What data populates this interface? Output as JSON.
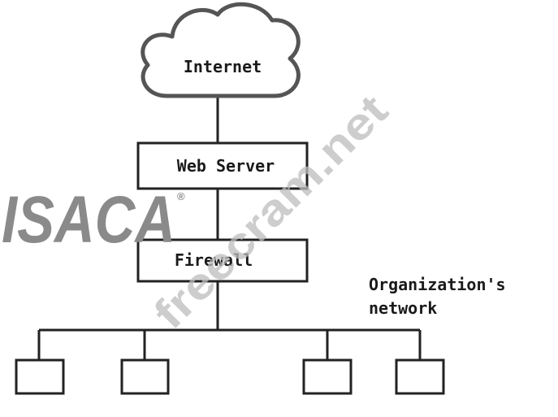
{
  "nodes": {
    "internet": {
      "label": "Internet"
    },
    "web_server": {
      "label": "Web Server"
    },
    "firewall": {
      "label": "Firewall"
    }
  },
  "network_label": {
    "line1": "Organization's",
    "line2": "network"
  },
  "workstations": {
    "count": 4
  },
  "watermarks": {
    "logo": "ISACA",
    "logo_mark": "®",
    "site": "freecram.net"
  },
  "colors": {
    "stroke": "#222222",
    "cloud_stroke": "#555555",
    "watermark": "#bdbdbd",
    "logo": "#8a8a8a"
  }
}
